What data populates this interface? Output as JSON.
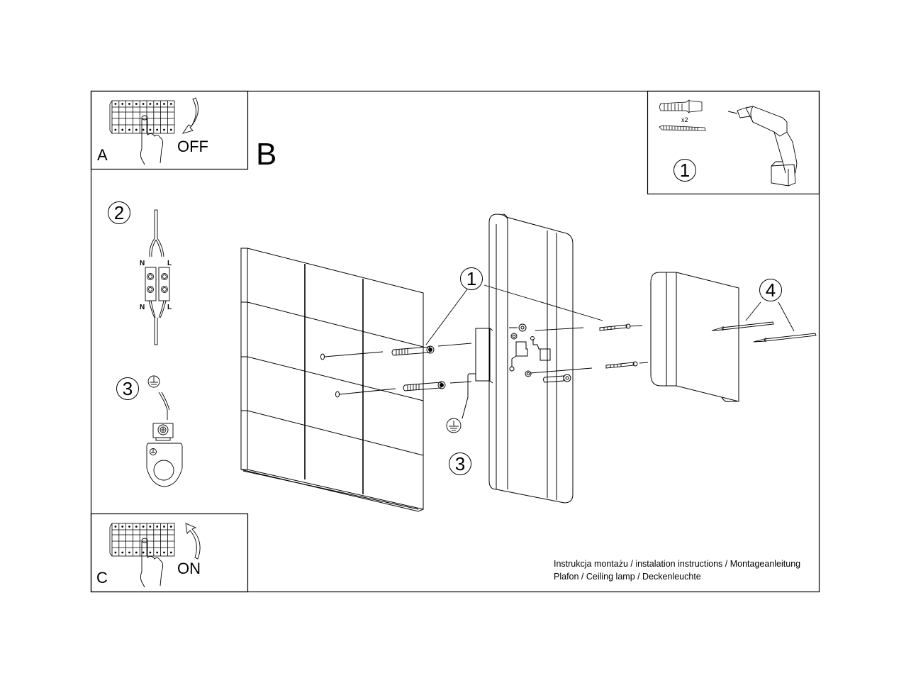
{
  "panels": {
    "a": {
      "letter": "A",
      "state": "OFF"
    },
    "b": {
      "letter": "B"
    },
    "c": {
      "letter": "C",
      "state": "ON"
    }
  },
  "tools": {
    "step": "1",
    "quantity": "x2"
  },
  "wiring": {
    "step": "2",
    "terminal_labels": {
      "neutral_top": "N",
      "live_top": "L",
      "neutral_bottom": "N",
      "live_bottom": "L"
    }
  },
  "grounding": {
    "step": "3"
  },
  "callouts": {
    "screws": "1",
    "ground": "3",
    "pins": "4"
  },
  "footer": {
    "line1": "Instrukcja montażu / instalation instructions / Montageanleitung",
    "line2": "Plafon / Ceiling lamp / Deckenleuchte"
  }
}
